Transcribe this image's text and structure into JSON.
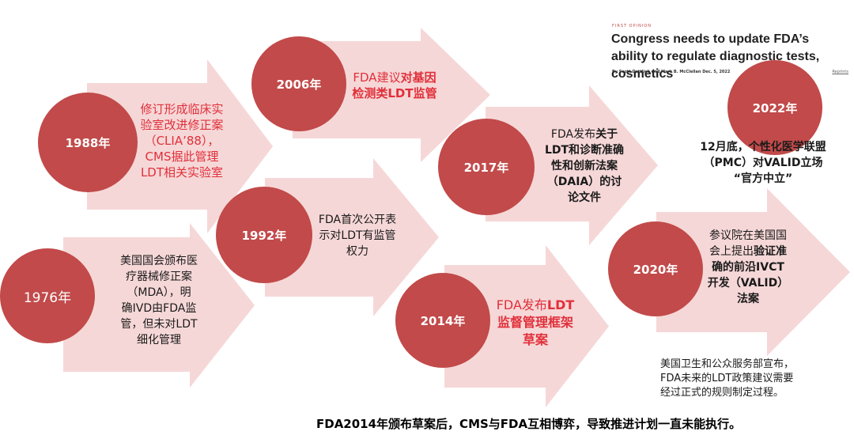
{
  "colors": {
    "arrow": "#f6d7d7",
    "circle": "#c24a4a",
    "highlight": "#e0303b"
  },
  "events": [
    {
      "year": "1976年",
      "lines": [
        [
          {
            "t": "美国国会颁布医"
          }
        ],
        [
          {
            "t": "疗器械修正案"
          }
        ],
        [
          {
            "t": "（MDA），明"
          }
        ],
        [
          {
            "t": "确IVD由FDA监"
          }
        ],
        [
          {
            "t": "管，但未对LDT"
          }
        ],
        [
          {
            "t": "细化管理"
          }
        ]
      ]
    },
    {
      "year": "1988年",
      "lines": [
        [
          {
            "t": "修订形成临床实",
            "r": true
          }
        ],
        [
          {
            "t": "验室改进修正案",
            "r": true
          }
        ],
        [
          {
            "t": "（CLIA’88），",
            "r": true
          }
        ],
        [
          {
            "t": "CMS据此管理",
            "r": true
          }
        ],
        [
          {
            "t": "LDT相关实验室",
            "r": true
          }
        ]
      ]
    },
    {
      "year": "1992年",
      "lines": [
        [
          {
            "t": "FDA首次公开表"
          }
        ],
        [
          {
            "t": "示对LDT有监管"
          }
        ],
        [
          {
            "t": "权力"
          }
        ]
      ]
    },
    {
      "year": "2006年",
      "lines": [
        [
          {
            "t": "FDA建议",
            "r": true
          },
          {
            "t": "对基因",
            "r": true,
            "b": true
          }
        ],
        [
          {
            "t": "检测类LDT监管",
            "r": true,
            "b": true
          }
        ]
      ]
    },
    {
      "year": "2014年",
      "lines": [
        [
          {
            "t": "FDA发布",
            "r": true
          },
          {
            "t": "LDT",
            "r": true,
            "b": true
          }
        ],
        [
          {
            "t": "监督管理框架",
            "r": true,
            "b": true
          }
        ],
        [
          {
            "t": "草案",
            "r": true,
            "b": true
          }
        ]
      ]
    },
    {
      "year": "2017年",
      "lines": [
        [
          {
            "t": "FDA发布"
          },
          {
            "t": "关于",
            "b": true
          }
        ],
        [
          {
            "t": "LDT和诊断准确",
            "b": true
          }
        ],
        [
          {
            "t": "性和创新法案",
            "b": true
          }
        ],
        [
          {
            "t": "（DAIA）的讨",
            "b": true
          }
        ],
        [
          {
            "t": "论文件",
            "b": true
          }
        ]
      ]
    },
    {
      "year": "2020年",
      "lines": [
        [
          {
            "t": "参议院在美国国"
          }
        ],
        [
          {
            "t": "会上提出"
          },
          {
            "t": "验证准",
            "b": true
          }
        ],
        [
          {
            "t": "确的前沿IVCT",
            "b": true
          }
        ],
        [
          {
            "t": "开发（VALID）",
            "b": true
          }
        ],
        [
          {
            "t": "法案",
            "b": true
          }
        ]
      ]
    },
    {
      "year": "2022年",
      "lines": [
        [
          {
            "t": "12月底，个性化医学联盟",
            "b": true
          }
        ],
        [
          {
            "t": "（PMC）对VALID立场",
            "b": true
          }
        ],
        [
          {
            "t": "“官方中立”",
            "b": true
          }
        ]
      ]
    }
  ],
  "hhs_note": [
    "美国卫生和公众服务部宣布，",
    "FDA未来的LDT政策建议需要",
    "经过正式的规则制定过程。"
  ],
  "article": {
    "tag": "FIRST OPINION",
    "headline": "Congress needs to update FDA’s ability to regulate diagnostic tests, cosmetics",
    "byline": "By Scott Gottlieb and Mark B. McClellan  Dec. 5, 2022",
    "reprints": "Reprints"
  },
  "footer": "FDA2014年颁布草案后，CMS与FDA互相博弈，导致推进计划一直未能执行。"
}
